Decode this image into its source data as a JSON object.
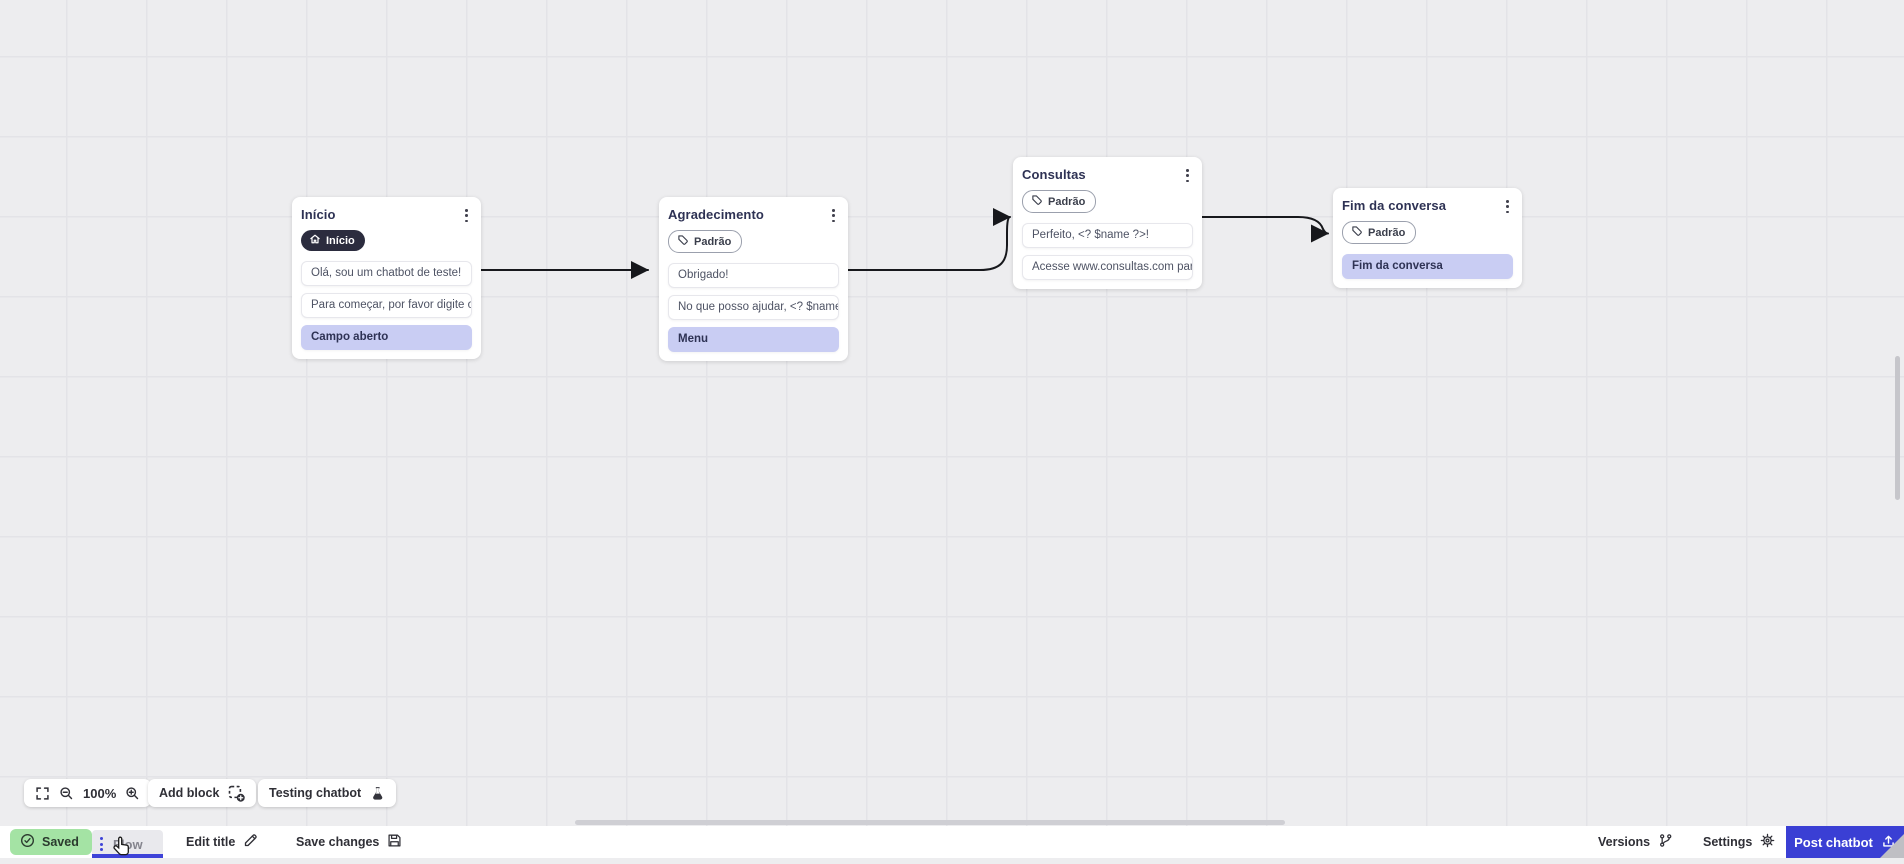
{
  "canvas": {
    "nodes": [
      {
        "title": "Início",
        "badge": {
          "icon": "home-icon",
          "label": "Início",
          "style": "dark"
        },
        "blocks": [
          {
            "style": "bubble",
            "label": "Olá, sou um chatbot de teste!"
          },
          {
            "style": "bubble",
            "label": "Para começar, por favor digite o ..."
          },
          {
            "style": "input",
            "label": "Campo aberto"
          }
        ]
      },
      {
        "title": "Agradecimento",
        "badge": {
          "icon": "tag-icon",
          "label": "Padrão",
          "style": "outline"
        },
        "blocks": [
          {
            "style": "bubble",
            "label": "Obrigado!"
          },
          {
            "style": "bubble",
            "label": "No que posso ajudar, <? $name ..."
          },
          {
            "style": "input",
            "label": "Menu"
          }
        ]
      },
      {
        "title": "Consultas",
        "badge": {
          "icon": "tag-icon",
          "label": "Padrão",
          "style": "outline"
        },
        "blocks": [
          {
            "style": "bubble",
            "label": "Perfeito, <? $name ?>!"
          },
          {
            "style": "bubble",
            "label": "Acesse www.consultas.com par..."
          }
        ]
      },
      {
        "title": "Fim da conversa",
        "badge": {
          "icon": "tag-icon",
          "label": "Padrão",
          "style": "outline"
        },
        "blocks": [
          {
            "style": "input",
            "label": "Fim da conversa"
          }
        ]
      }
    ]
  },
  "toolbar": {
    "zoom_level": "100%",
    "add_block": "Add block",
    "testing_chatbot": "Testing chatbot"
  },
  "statusbar": {
    "saved": "Saved",
    "flow": "Flow",
    "edit_title": "Edit title",
    "save_changes": "Save changes",
    "versions": "Versions",
    "settings": "Settings",
    "post_chatbot": "Post chatbot"
  },
  "colors": {
    "accent": "#3A3FD4",
    "input_block": "#C9CDF3",
    "saved_green": "#A4E3A4",
    "arrow": "#17181C",
    "canvas_bg": "#EDEDEF"
  }
}
